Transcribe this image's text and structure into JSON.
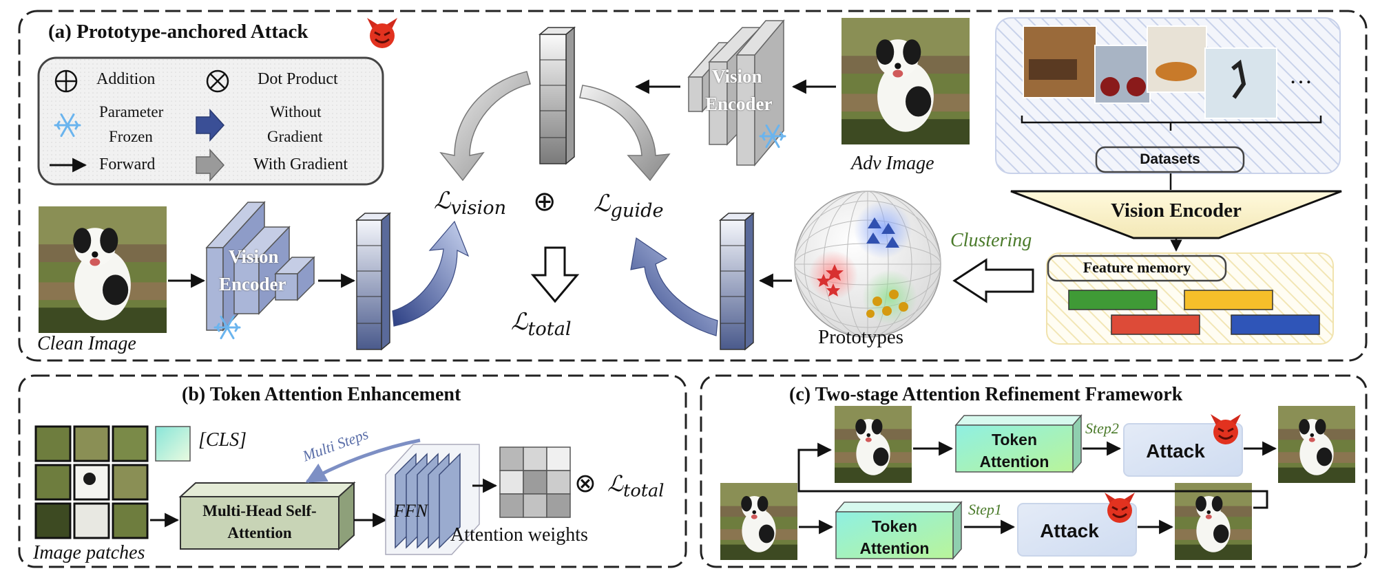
{
  "panel_a": {
    "title": "(a) Prototype-anchored Attack",
    "legend": {
      "addition": "Addition",
      "dot_product": "Dot Product",
      "parameter_frozen_line1": "Parameter",
      "parameter_frozen_line2": "Frozen",
      "without_gradient_line1": "Without",
      "without_gradient_line2": "Gradient",
      "forward": "Forward",
      "with_gradient": "With Gradient"
    },
    "clean_image_label": "Clean Image",
    "adv_image_label": "Adv Image",
    "vision_encoder_label_1": "Vision",
    "vision_encoder_label_2": "Encoder",
    "loss_vision": "ℒ",
    "loss_vision_sub": "vision",
    "loss_guide": "ℒ",
    "loss_guide_sub": "guide",
    "loss_total": "ℒ",
    "loss_total_sub": "total",
    "plus_symbol": "⊕",
    "clustering_label": "Clustering",
    "prototypes_label": "Prototypes",
    "datasets_label": "Datasets",
    "ellipsis": "…",
    "big_encoder_label": "Vision Encoder",
    "feature_memory_label": "Feature memory",
    "feature_colors": [
      "#3f9a36",
      "#f6bf2a",
      "#dd4b38",
      "#2f55b8"
    ]
  },
  "panel_b": {
    "title": "(b) Token Attention Enhancement",
    "cls_label": "[CLS]",
    "multi_steps_label": "Multi Steps",
    "mhsa_line1": "Multi-Head Self-",
    "mhsa_line2": "Attention",
    "ffn_label": "FFN",
    "attention_weights_label": "Attention weights",
    "image_patches_label": "Image patches",
    "otimes_symbol": "⊗",
    "loss_total": "ℒ",
    "loss_total_sub": "total"
  },
  "panel_c": {
    "title": "(c) Two-stage Attention Refinement Framework",
    "token_attention_line1": "Token",
    "token_attention_line2": "Attention",
    "attack_label": "Attack",
    "step1_label": "Step1",
    "step2_label": "Step2"
  }
}
